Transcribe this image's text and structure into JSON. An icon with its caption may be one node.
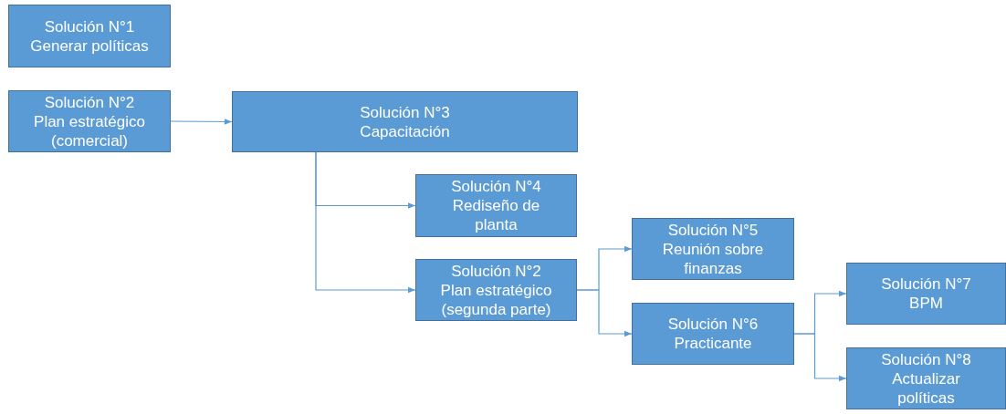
{
  "diagram": {
    "nodes": [
      {
        "text": [
          "Solución N°1",
          "Generar políticas"
        ]
      },
      {
        "text": [
          "Solución N°2",
          "Plan estratégico (comercial)"
        ]
      },
      {
        "text": [
          "Solución N°3",
          "Capacitación"
        ]
      },
      {
        "text": [
          "Solución N°4",
          "Rediseño de planta"
        ]
      },
      {
        "text": [
          "Solución N°2",
          "Plan estratégico (segunda parte)"
        ]
      },
      {
        "text": [
          "Solución N°5",
          "Reunión sobre finanzas"
        ]
      },
      {
        "text": [
          "Solución N°6",
          "Practicante"
        ]
      },
      {
        "text": [
          "Solución N°7",
          "BPM"
        ]
      },
      {
        "text": [
          "Solución N°8",
          "Actualizar políticas"
        ]
      }
    ],
    "edges": [
      {
        "from": 1,
        "to": 2,
        "arrow": "to"
      },
      {
        "from": 2,
        "to": 3,
        "arrow": "to"
      },
      {
        "from": 2,
        "to": 4,
        "arrow": "to"
      },
      {
        "from": 4,
        "to": 5,
        "arrow": "to"
      },
      {
        "from": 4,
        "to": 6,
        "arrow": "to"
      },
      {
        "from": 6,
        "to": 7,
        "arrow": "to"
      },
      {
        "from": 6,
        "to": 8,
        "arrow": "to"
      }
    ]
  }
}
